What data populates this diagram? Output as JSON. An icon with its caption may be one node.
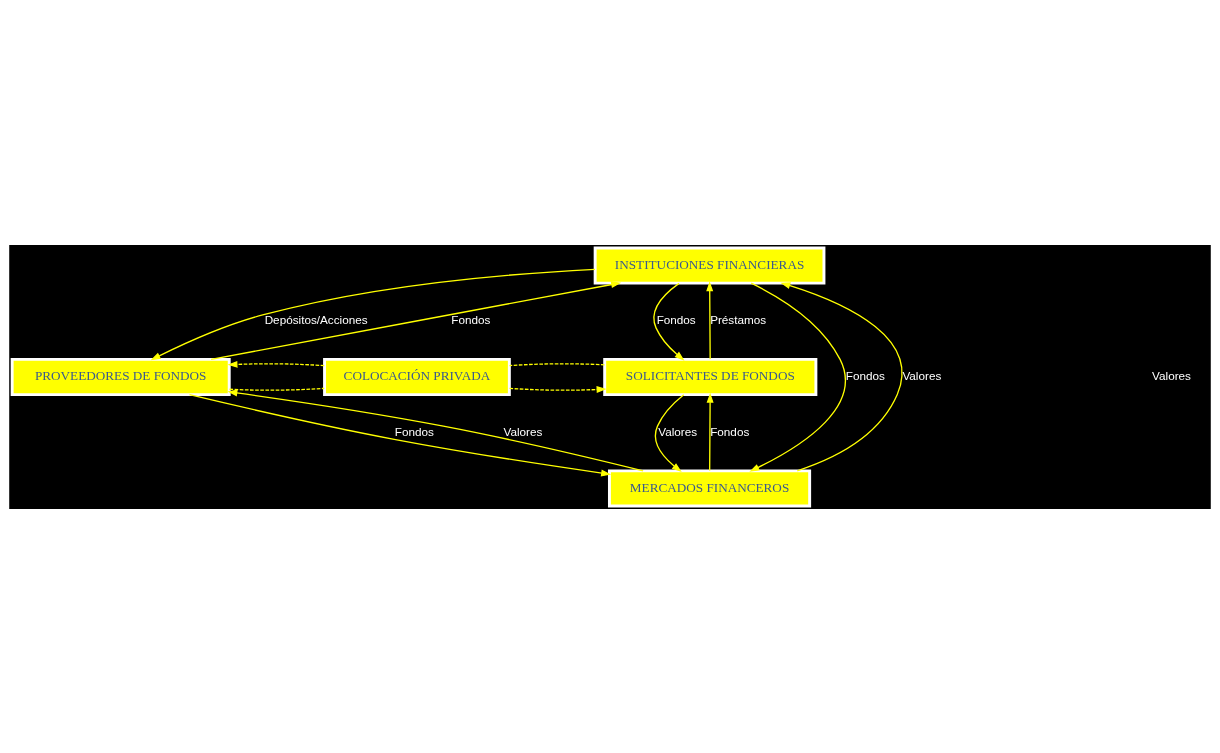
{
  "diagram": {
    "nodes": [
      {
        "text": [
          "INSTITUCIONES FINANCIERAS"
        ]
      },
      {
        "text": [
          "PROVEEDORES DE FONDOS"
        ]
      },
      {
        "text": [
          "COLOCACIÓN PRIVADA"
        ]
      },
      {
        "text": [
          "SOLICITANTES DE FONDOS"
        ]
      },
      {
        "text": [
          "MERCADOS FINANCEROS"
        ]
      }
    ],
    "edges": [
      {
        "from": 1,
        "to": 0,
        "arrow": "to",
        "label": "Fondos"
      },
      {
        "from": 0,
        "to": 1,
        "arrow": "to",
        "label": "Depósitos/Acciones"
      },
      {
        "from": 0,
        "to": 3,
        "arrow": "to",
        "label": "Fondos"
      },
      {
        "from": 3,
        "to": 0,
        "arrow": "to",
        "label": "Préstamos"
      },
      {
        "from": 0,
        "to": 4,
        "arrow": "to",
        "label": "Fondos"
      },
      {
        "from": 4,
        "to": 0,
        "arrow": "to",
        "label": "Valores"
      },
      {
        "from": 1,
        "to": 2,
        "arrow": "none",
        "style": "dashed"
      },
      {
        "from": 2,
        "to": 3,
        "arrow": "to",
        "style": "dashed"
      },
      {
        "from": 3,
        "to": 2,
        "arrow": "none",
        "style": "dashed"
      },
      {
        "from": 2,
        "to": 1,
        "arrow": "to",
        "style": "dashed"
      },
      {
        "from": 1,
        "to": 4,
        "arrow": "to",
        "label": "Fondos"
      },
      {
        "from": 4,
        "to": 1,
        "arrow": "to",
        "label": "Valores"
      },
      {
        "from": 4,
        "to": 3,
        "arrow": "to",
        "label": "Fondos"
      },
      {
        "from": 3,
        "to": 4,
        "arrow": "to",
        "label": "Valores"
      }
    ],
    "labels": [
      "Valores"
    ]
  }
}
